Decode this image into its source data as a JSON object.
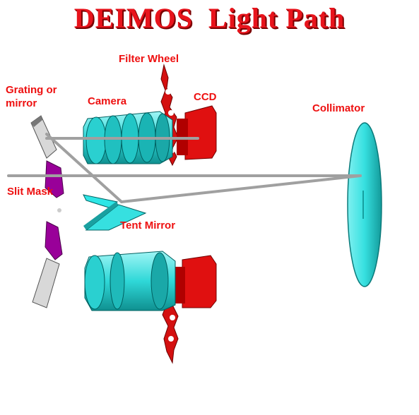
{
  "title": "DEIMOS  Light Path",
  "labels": {
    "filter_wheel": "Filter Wheel",
    "ccd": "CCD",
    "grating_or_mirror": "Grating or\nmirror",
    "camera": "Camera",
    "collimator": "Collimator",
    "slit_mask": "Slit Mask",
    "tent_mirror": "Tent Mirror"
  },
  "colors": {
    "title": "#e8141c",
    "label": "#ee1010",
    "collimator": "#2ee6e6",
    "camera": "#33dddd",
    "ccd": "#e01010",
    "filter_wheel": "#d41010",
    "slit_mask": "#990099",
    "grating": "#d8d8d8",
    "light_path": "#a0a0a0"
  }
}
